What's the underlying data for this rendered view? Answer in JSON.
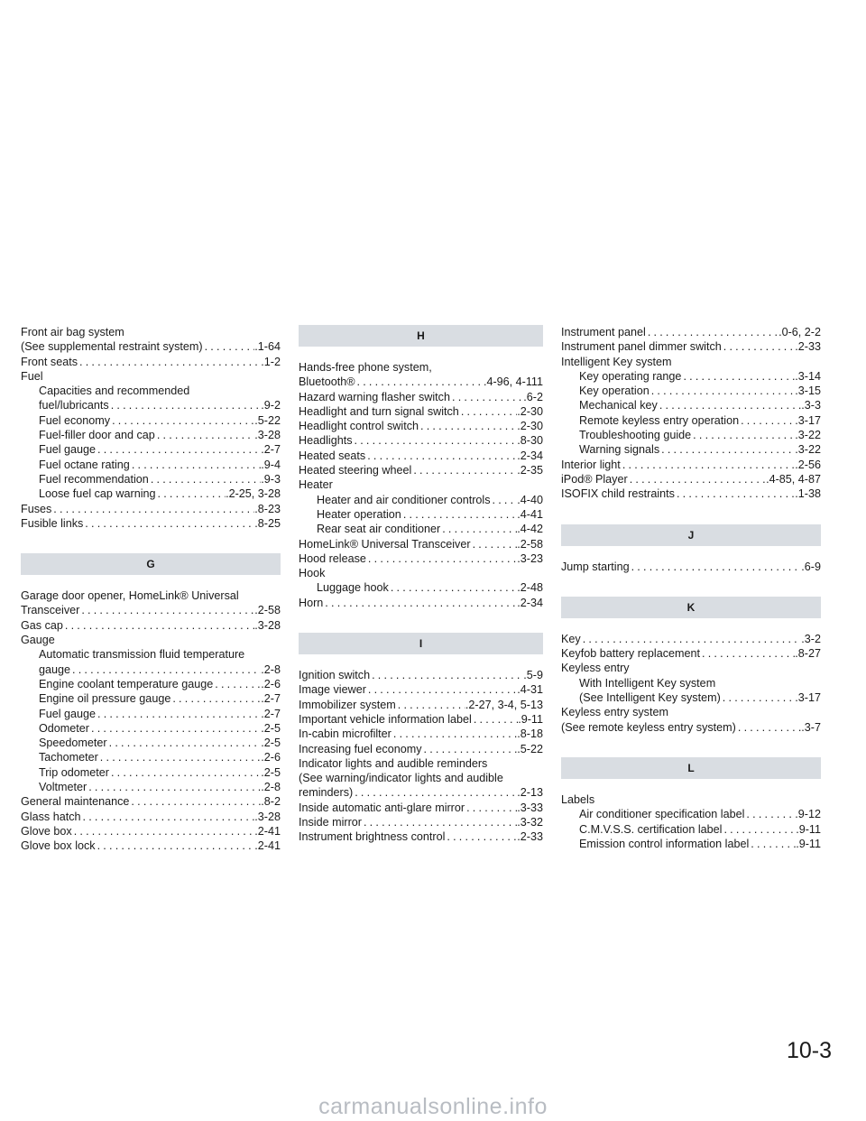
{
  "columns": [
    [
      {
        "kind": "entry",
        "text": "Front air bag system",
        "page": ""
      },
      {
        "kind": "entry",
        "text": "(See supplemental restraint system)",
        "page": ".1-64"
      },
      {
        "kind": "entry",
        "text": "Front seats",
        "page": ".1-2"
      },
      {
        "kind": "entry",
        "text": "Fuel",
        "page": ""
      },
      {
        "kind": "sub",
        "text": "Capacities and recommended",
        "page": ""
      },
      {
        "kind": "sub",
        "text": "fuel/lubricants",
        "page": ".9-2"
      },
      {
        "kind": "sub",
        "text": "Fuel economy",
        "page": ".5-22"
      },
      {
        "kind": "sub",
        "text": "Fuel-filler door and cap",
        "page": ".3-28"
      },
      {
        "kind": "sub",
        "text": "Fuel gauge",
        "page": ".2-7"
      },
      {
        "kind": "sub",
        "text": "Fuel octane rating",
        "page": ".9-4"
      },
      {
        "kind": "sub",
        "text": "Fuel recommendation",
        "page": ".9-3"
      },
      {
        "kind": "sub",
        "text": "Loose fuel cap warning",
        "page": ".2-25, 3-28"
      },
      {
        "kind": "entry",
        "text": "Fuses",
        "page": ".8-23"
      },
      {
        "kind": "entry",
        "text": "Fusible links",
        "page": ".8-25"
      },
      {
        "kind": "band",
        "text": "G"
      },
      {
        "kind": "entry",
        "text": "Garage door opener, HomeLink® Universal",
        "page": ""
      },
      {
        "kind": "entry",
        "text": "Transceiver",
        "page": ".2-58"
      },
      {
        "kind": "entry",
        "text": "Gas cap",
        "page": ".3-28"
      },
      {
        "kind": "entry",
        "text": "Gauge",
        "page": ""
      },
      {
        "kind": "sub",
        "text": "Automatic transmission fluid temperature",
        "page": ""
      },
      {
        "kind": "sub",
        "text": "gauge",
        "page": ".2-8"
      },
      {
        "kind": "sub",
        "text": "Engine coolant temperature gauge",
        "page": ".2-6"
      },
      {
        "kind": "sub",
        "text": "Engine oil pressure gauge",
        "page": ".2-7"
      },
      {
        "kind": "sub",
        "text": "Fuel gauge",
        "page": ".2-7"
      },
      {
        "kind": "sub",
        "text": "Odometer",
        "page": ".2-5"
      },
      {
        "kind": "sub",
        "text": "Speedometer",
        "page": ".2-5"
      },
      {
        "kind": "sub",
        "text": "Tachometer",
        "page": ".2-6"
      },
      {
        "kind": "sub",
        "text": "Trip odometer",
        "page": ".2-5"
      },
      {
        "kind": "sub",
        "text": "Voltmeter",
        "page": ".2-8"
      },
      {
        "kind": "entry",
        "text": "General maintenance",
        "page": ".8-2"
      },
      {
        "kind": "entry",
        "text": "Glass hatch",
        "page": ".3-28"
      },
      {
        "kind": "entry",
        "text": "Glove box",
        "page": ".2-41"
      },
      {
        "kind": "entry",
        "text": "Glove box lock",
        "page": ".2-41"
      }
    ],
    [
      {
        "kind": "band",
        "text": "H"
      },
      {
        "kind": "entry",
        "text": "Hands-free phone system,",
        "page": ""
      },
      {
        "kind": "entry",
        "text": "Bluetooth®",
        "page": ".4-96, 4-111"
      },
      {
        "kind": "entry",
        "text": "Hazard warning flasher switch",
        "page": ".6-2"
      },
      {
        "kind": "entry",
        "text": "Headlight and turn signal switch",
        "page": ".2-30"
      },
      {
        "kind": "entry",
        "text": "Headlight control switch",
        "page": ".2-30"
      },
      {
        "kind": "entry",
        "text": "Headlights",
        "page": ".8-30"
      },
      {
        "kind": "entry",
        "text": "Heated seats",
        "page": ".2-34"
      },
      {
        "kind": "entry",
        "text": "Heated steering wheel",
        "page": ".2-35"
      },
      {
        "kind": "entry",
        "text": "Heater",
        "page": ""
      },
      {
        "kind": "sub",
        "text": "Heater and air conditioner controls",
        "page": ".4-40"
      },
      {
        "kind": "sub",
        "text": "Heater operation",
        "page": ".4-41"
      },
      {
        "kind": "sub",
        "text": "Rear seat air conditioner",
        "page": ".4-42"
      },
      {
        "kind": "entry",
        "text": "HomeLink® Universal Transceiver",
        "page": ".2-58"
      },
      {
        "kind": "entry",
        "text": "Hood release",
        "page": ".3-23"
      },
      {
        "kind": "entry",
        "text": "Hook",
        "page": ""
      },
      {
        "kind": "sub",
        "text": "Luggage hook",
        "page": ".2-48"
      },
      {
        "kind": "entry",
        "text": "Horn",
        "page": ".2-34"
      },
      {
        "kind": "band",
        "text": "I"
      },
      {
        "kind": "entry",
        "text": "Ignition switch",
        "page": ".5-9"
      },
      {
        "kind": "entry",
        "text": "Image viewer",
        "page": ".4-31"
      },
      {
        "kind": "entry",
        "text": "Immobilizer system",
        "page": ".2-27, 3-4, 5-13"
      },
      {
        "kind": "entry",
        "text": "Important vehicle information label",
        "page": ".9-11"
      },
      {
        "kind": "entry",
        "text": "In-cabin microfilter",
        "page": ".8-18"
      },
      {
        "kind": "entry",
        "text": "Increasing fuel economy",
        "page": ".5-22"
      },
      {
        "kind": "entry",
        "text": "Indicator lights and audible reminders",
        "page": ""
      },
      {
        "kind": "entry",
        "text": "(See warning/indicator lights and audible",
        "page": ""
      },
      {
        "kind": "entry",
        "text": "reminders)",
        "page": ".2-13"
      },
      {
        "kind": "entry",
        "text": "Inside automatic anti-glare mirror",
        "page": ".3-33"
      },
      {
        "kind": "entry",
        "text": "Inside mirror",
        "page": ".3-32"
      },
      {
        "kind": "entry",
        "text": "Instrument brightness control",
        "page": ".2-33"
      }
    ],
    [
      {
        "kind": "entry",
        "text": "Instrument panel",
        "page": ".0-6, 2-2"
      },
      {
        "kind": "entry",
        "text": "Instrument panel dimmer switch",
        "page": ".2-33"
      },
      {
        "kind": "entry",
        "text": "Intelligent Key system",
        "page": ""
      },
      {
        "kind": "sub",
        "text": "Key operating range",
        "page": ".3-14"
      },
      {
        "kind": "sub",
        "text": "Key operation",
        "page": ".3-15"
      },
      {
        "kind": "sub",
        "text": "Mechanical key",
        "page": ".3-3"
      },
      {
        "kind": "sub",
        "text": "Remote keyless entry operation",
        "page": ".3-17"
      },
      {
        "kind": "sub",
        "text": "Troubleshooting guide",
        "page": ".3-22"
      },
      {
        "kind": "sub",
        "text": "Warning signals",
        "page": ".3-22"
      },
      {
        "kind": "entry",
        "text": "Interior light",
        "page": ".2-56"
      },
      {
        "kind": "entry",
        "text": "iPod® Player",
        "page": ".4-85, 4-87"
      },
      {
        "kind": "entry",
        "text": "ISOFIX child restraints",
        "page": ".1-38"
      },
      {
        "kind": "band",
        "text": "J"
      },
      {
        "kind": "entry",
        "text": "Jump starting",
        "page": ".6-9"
      },
      {
        "kind": "band",
        "text": "K"
      },
      {
        "kind": "entry",
        "text": "Key",
        "page": ".3-2"
      },
      {
        "kind": "entry",
        "text": "Keyfob battery replacement",
        "page": ".8-27"
      },
      {
        "kind": "entry",
        "text": "Keyless entry",
        "page": ""
      },
      {
        "kind": "sub",
        "text": "With Intelligent Key system",
        "page": ""
      },
      {
        "kind": "sub",
        "text": "(See Intelligent Key system)",
        "page": ".3-17"
      },
      {
        "kind": "entry",
        "text": "Keyless entry system",
        "page": ""
      },
      {
        "kind": "entry",
        "text": "(See remote keyless entry system)",
        "page": ".3-7"
      },
      {
        "kind": "band",
        "text": "L"
      },
      {
        "kind": "entry",
        "text": "Labels",
        "page": ""
      },
      {
        "kind": "sub",
        "text": "Air conditioner specification label",
        "page": ".9-12"
      },
      {
        "kind": "sub",
        "text": "C.M.V.S.S. certification label",
        "page": ".9-11"
      },
      {
        "kind": "sub",
        "text": "Emission control information label",
        "page": ".9-11"
      }
    ]
  ],
  "page_number": "10-3",
  "watermark": "carmanualsonline.info"
}
